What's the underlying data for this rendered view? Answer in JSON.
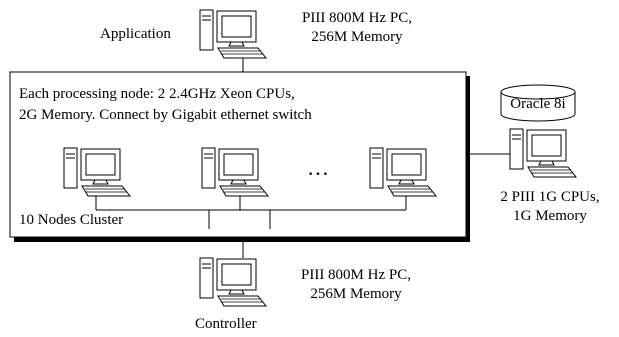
{
  "top_pc": {
    "label": "Application",
    "spec_line1": "PIII 800M Hz PC,",
    "spec_line2": "256M Memory"
  },
  "cluster": {
    "description_line1": "Each processing node: 2 2.4GHz Xeon CPUs,",
    "description_line2": "2G Memory. Connect by Gigabit ethernet switch",
    "ellipsis": "…",
    "name": "10 Nodes Cluster"
  },
  "database": {
    "label": "Oracle 8i",
    "spec_line1": "2 PIII 1G CPUs,",
    "spec_line2": "1G Memory"
  },
  "bottom_pc": {
    "spec_line1": "PIII 800M Hz PC,",
    "spec_line2": "256M Memory",
    "label": "Controller"
  },
  "icons": {
    "computer": "desktop-computer-icon",
    "database": "database-cylinder-icon"
  }
}
